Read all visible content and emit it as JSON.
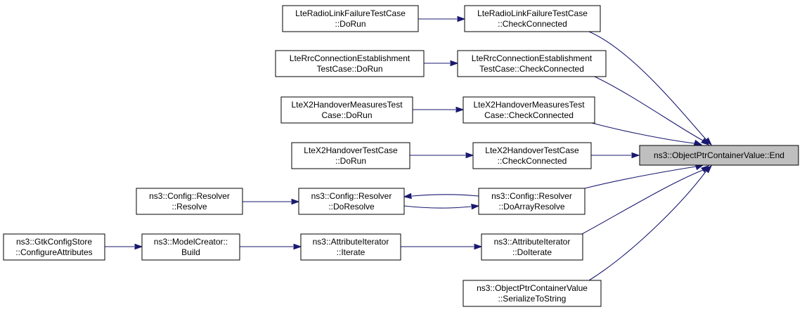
{
  "colors": {
    "edge": "#191970",
    "root_fill": "#bfbfbf",
    "node_fill": "#ffffff",
    "node_border": "#000000"
  },
  "nodes": {
    "root": {
      "lines": [
        "ns3::ObjectPtrContainerValue::End"
      ]
    },
    "rlf_cc": {
      "lines": [
        "LteRadioLinkFailureTestCase",
        "::CheckConnected"
      ]
    },
    "rlf_run": {
      "lines": [
        "LteRadioLinkFailureTestCase",
        "::DoRun"
      ]
    },
    "rrc_cc": {
      "lines": [
        "LteRrcConnectionEstablishment",
        "TestCase::CheckConnected"
      ]
    },
    "rrc_run": {
      "lines": [
        "LteRrcConnectionEstablishment",
        "TestCase::DoRun"
      ]
    },
    "x2m_cc": {
      "lines": [
        "LteX2HandoverMeasuresTest",
        "Case::CheckConnected"
      ]
    },
    "x2m_run": {
      "lines": [
        "LteX2HandoverMeasuresTest",
        "Case::DoRun"
      ]
    },
    "x2_cc": {
      "lines": [
        "LteX2HandoverTestCase",
        "::CheckConnected"
      ]
    },
    "x2_run": {
      "lines": [
        "LteX2HandoverTestCase",
        "::DoRun"
      ]
    },
    "cfg_dar": {
      "lines": [
        "ns3::Config::Resolver",
        "::DoArrayResolve"
      ]
    },
    "cfg_dr": {
      "lines": [
        "ns3::Config::Resolver",
        "::DoResolve"
      ]
    },
    "cfg_r": {
      "lines": [
        "ns3::Config::Resolver",
        "::Resolve"
      ]
    },
    "ai_doit": {
      "lines": [
        "ns3::AttributeIterator",
        "::DoIterate"
      ]
    },
    "ai_it": {
      "lines": [
        "ns3::AttributeIterator",
        "::Iterate"
      ]
    },
    "mc_build": {
      "lines": [
        "ns3::ModelCreator::",
        "Build"
      ]
    },
    "gtk": {
      "lines": [
        "ns3::GtkConfigStore",
        "::ConfigureAttributes"
      ]
    },
    "opcv_sts": {
      "lines": [
        "ns3::ObjectPtrContainerValue",
        "::SerializeToString"
      ]
    }
  }
}
